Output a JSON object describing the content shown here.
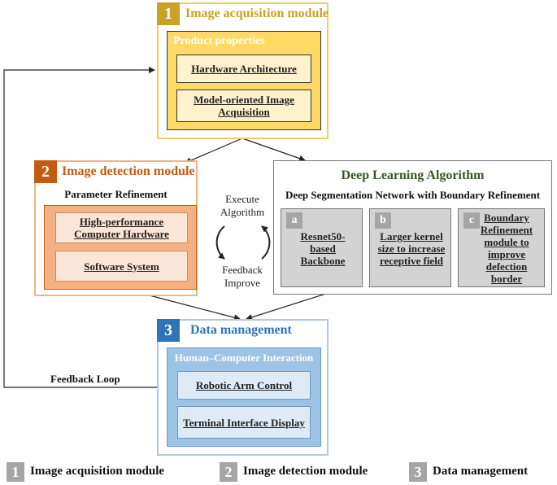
{
  "module1": {
    "number": "1",
    "title": "Image acquisition module",
    "section_title": "Product properties",
    "items": [
      "Hardware Architecture",
      "Model-oriented Image Acquisition"
    ]
  },
  "module2": {
    "number": "2",
    "title": "Image detection module",
    "subtitle": "Parameter Refinement",
    "items": [
      "High-performance Computer Hardware",
      "Software System"
    ]
  },
  "cycle": {
    "top_label": "Execute Algorithm",
    "bottom_label": "Feedback Improve"
  },
  "deep_learning": {
    "title": "Deep Learning Algorithm",
    "subtitle": "Deep Segmentation Network with Boundary Refinement",
    "cards": [
      {
        "badge": "a",
        "text": "Resnet50-based Backbone"
      },
      {
        "badge": "b",
        "text": "Larger kernel size to increase receptive field"
      },
      {
        "badge": "c",
        "text": "Boundary Refinement module to improve defection border"
      }
    ]
  },
  "module3": {
    "number": "3",
    "title": "Data management",
    "section_title": "Human–Computer Interaction",
    "items": [
      "Robotic Arm Control",
      "Terminal Interface Display"
    ]
  },
  "feedback_loop_label": "Feedback Loop",
  "legend": [
    {
      "number": "1",
      "label": "Image acquisition module"
    },
    {
      "number": "2",
      "label": "Image detection module"
    },
    {
      "number": "3",
      "label": "Data management"
    }
  ],
  "colors": {
    "module1_accent": "#c9a227",
    "module1_fill": "#ffe699",
    "module2_accent": "#c55a11",
    "module2_fill": "#f8cbad",
    "module3_accent": "#2e75b6",
    "module3_fill": "#9dc3e6",
    "dl_title": "#385723",
    "legend_gray": "#a5a5a5"
  }
}
